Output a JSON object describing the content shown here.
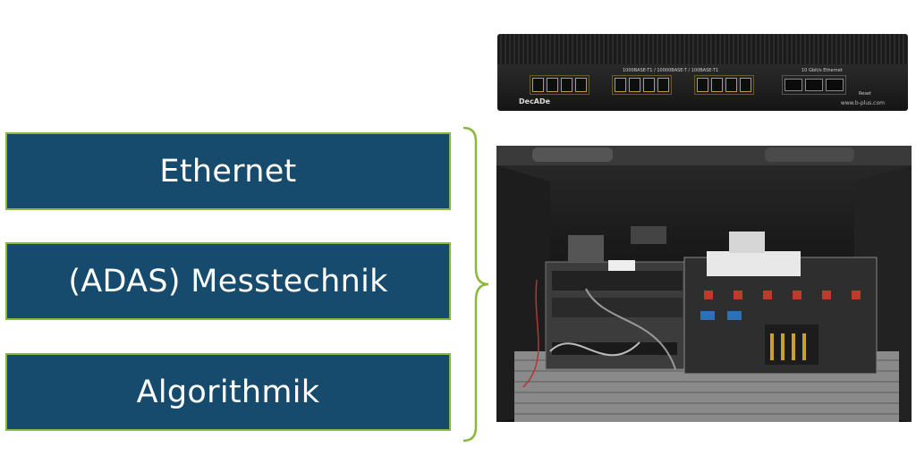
{
  "topics": [
    {
      "label": "Ethernet"
    },
    {
      "label": "(ADAS) Messtechnik"
    },
    {
      "label": "Algorithmik"
    }
  ],
  "colors": {
    "box_fill": "#164b6e",
    "box_border": "#8ab83a",
    "box_text": "#ffffff",
    "brace": "#8ab83a"
  },
  "device": {
    "brand": "DecADe",
    "url": "www.b-plus.com",
    "port_header": "1000BASE-T1 / 10000BASE-T / 100BASE-T1",
    "sfp_header": "10 Gbit/s Ethernet",
    "reset_label": "Reset"
  }
}
